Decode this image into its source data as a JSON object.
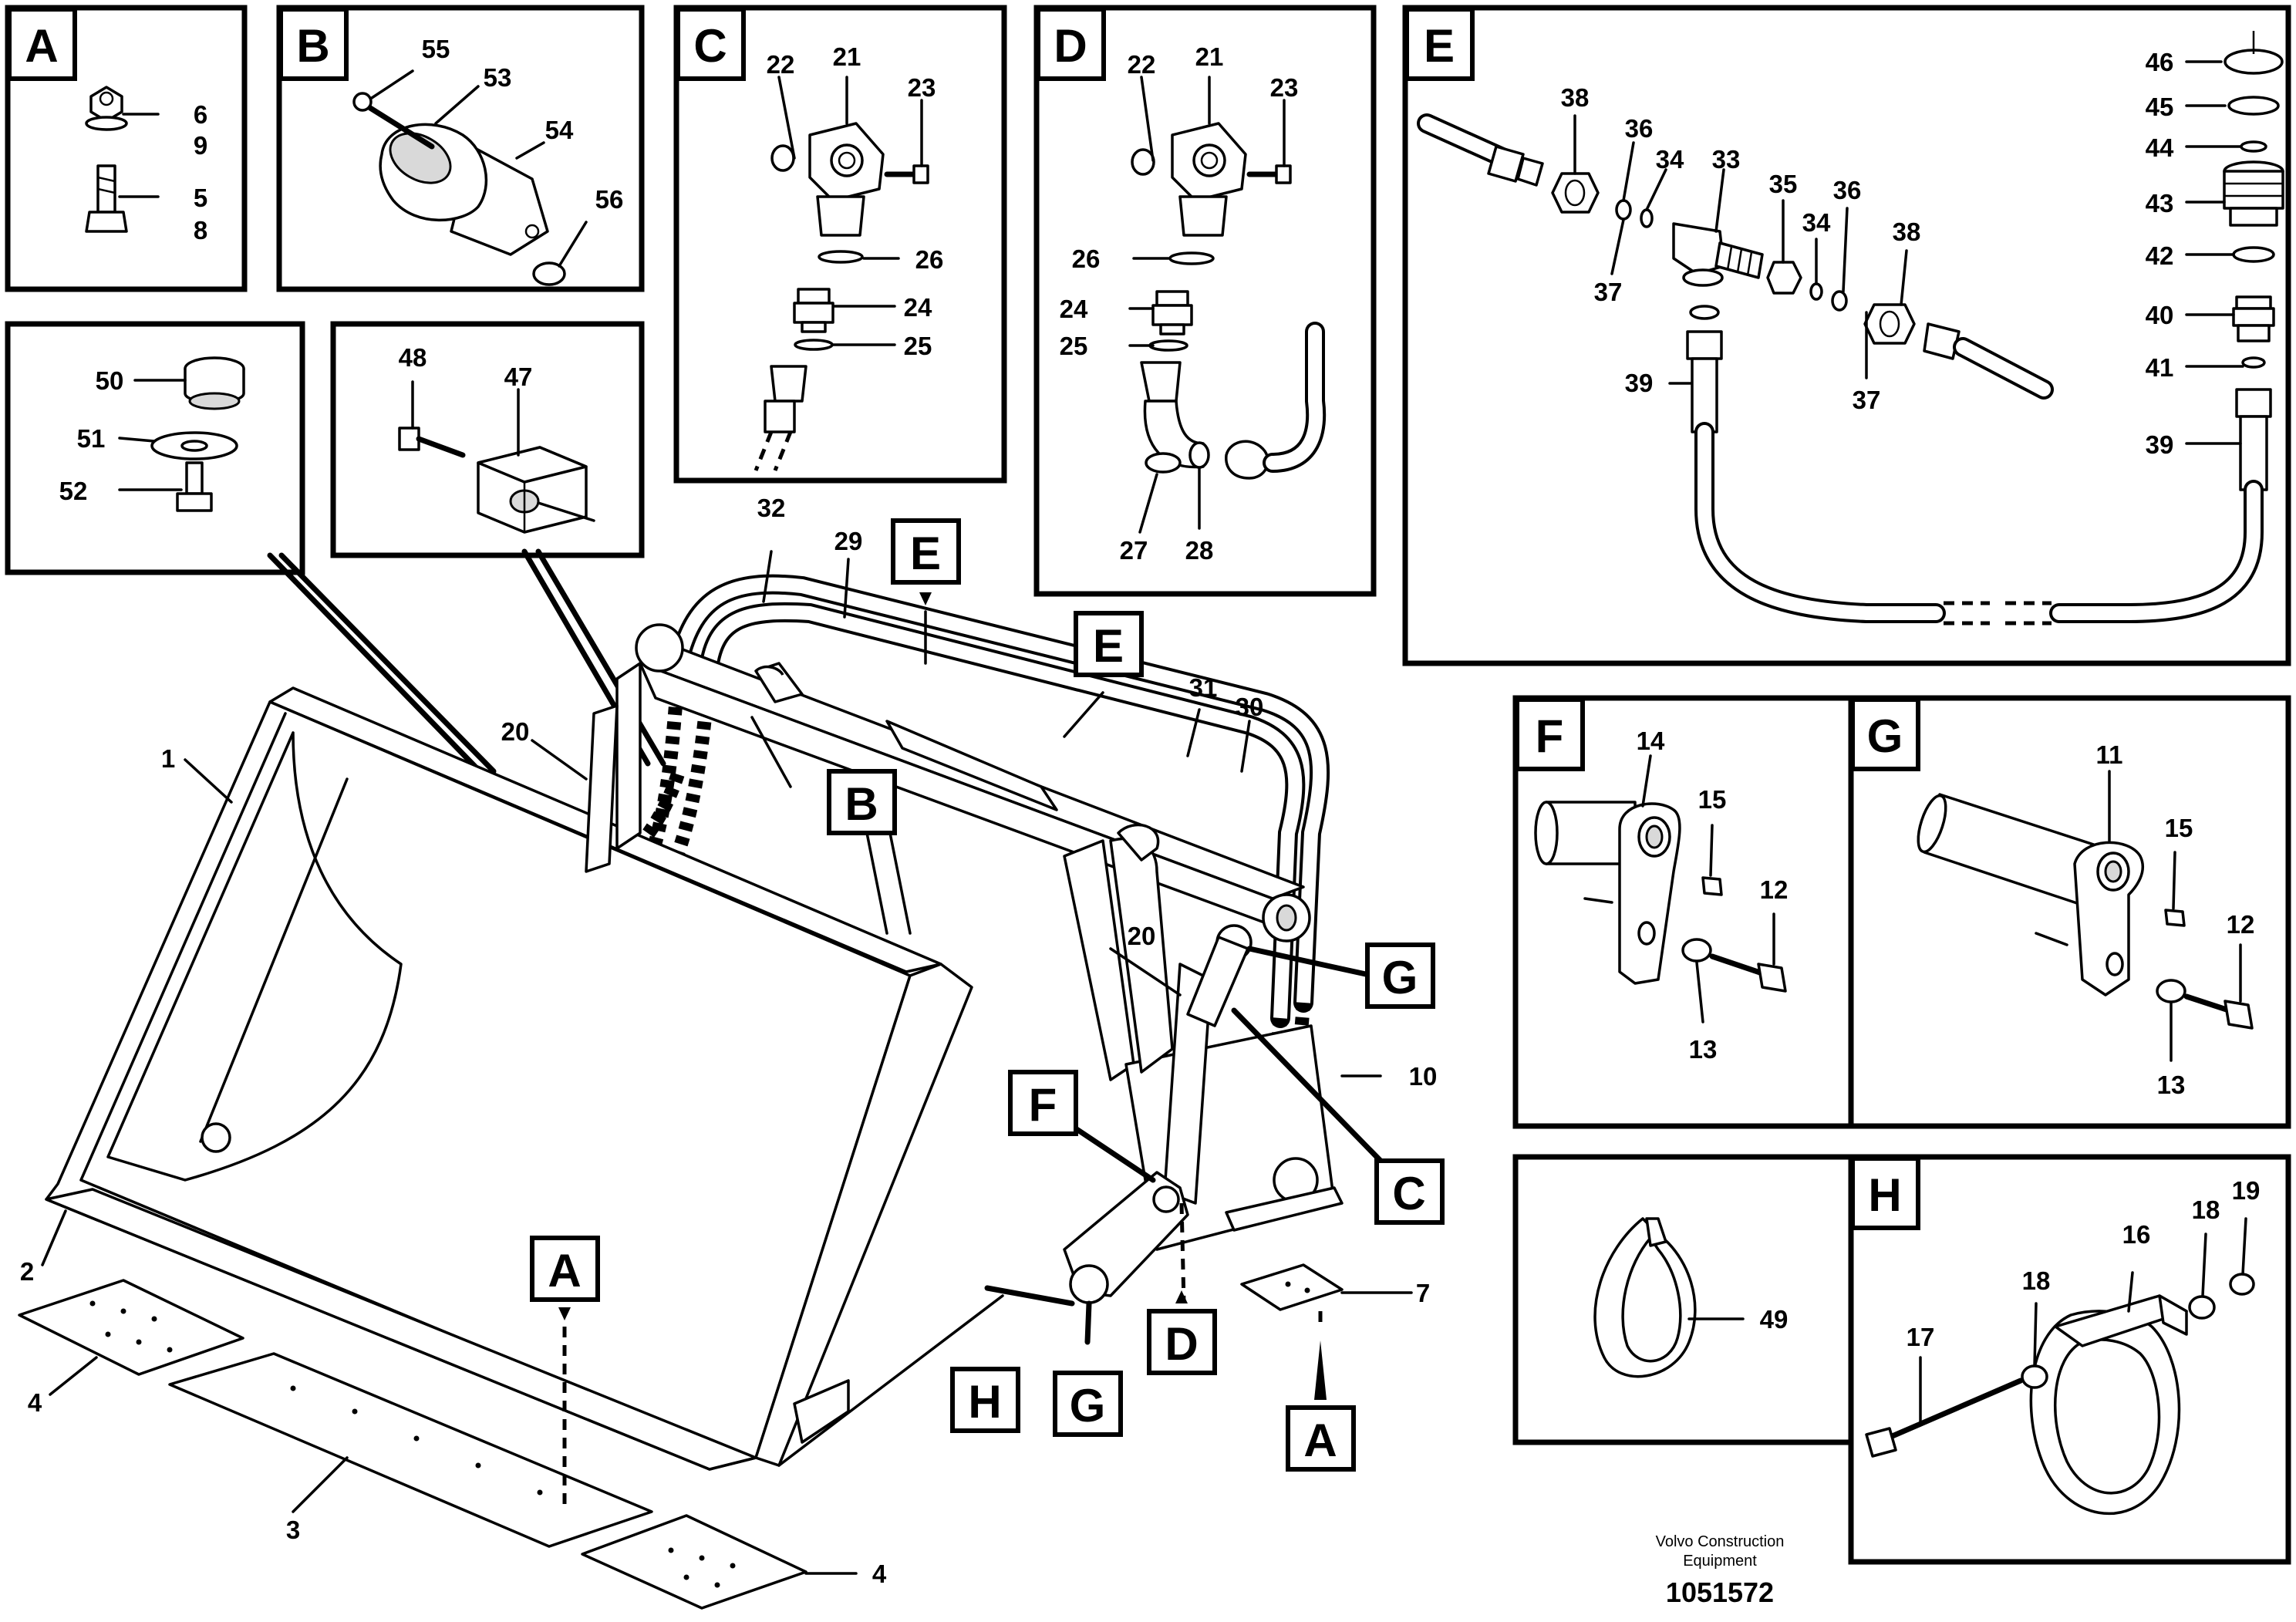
{
  "panels": {
    "A": {
      "label": "A",
      "callouts": [
        "6",
        "9",
        "5",
        "8"
      ]
    },
    "B": {
      "label": "B",
      "callouts": [
        "55",
        "53",
        "54",
        "56"
      ]
    },
    "C": {
      "label": "C",
      "callouts": [
        "22",
        "21",
        "23",
        "26",
        "24",
        "25"
      ]
    },
    "D": {
      "label": "D",
      "callouts": [
        "22",
        "21",
        "23",
        "26",
        "24",
        "25",
        "27",
        "28"
      ]
    },
    "E": {
      "label": "E",
      "callouts": [
        "38",
        "36",
        "34",
        "33",
        "35",
        "34",
        "36",
        "38",
        "37",
        "37",
        "39",
        "46",
        "45",
        "44",
        "43",
        "42",
        "40",
        "41",
        "39"
      ]
    },
    "F": {
      "label": "F",
      "callouts": [
        "14",
        "15",
        "12",
        "13"
      ]
    },
    "G": {
      "label": "G",
      "callouts": [
        "11",
        "15",
        "12",
        "13"
      ]
    },
    "H": {
      "label": "H",
      "callouts": [
        "16",
        "18",
        "19",
        "18",
        "17"
      ]
    },
    "Cap": {
      "callouts": [
        "50",
        "51",
        "52"
      ]
    },
    "Clamp": {
      "callouts": [
        "48",
        "47"
      ]
    },
    "Tie": {
      "callouts": [
        "49"
      ]
    }
  },
  "main": {
    "callouts": [
      "32",
      "29",
      "1",
      "20",
      "31",
      "30",
      "20",
      "10",
      "2",
      "7",
      "4",
      "3",
      "4"
    ],
    "tags": [
      "E",
      "E",
      "B",
      "G",
      "C",
      "F",
      "D",
      "H",
      "G",
      "A",
      "A"
    ]
  },
  "footer": {
    "brand_line1": "Volvo Construction",
    "brand_line2": "Equipment",
    "drawing_number": "1051572"
  }
}
